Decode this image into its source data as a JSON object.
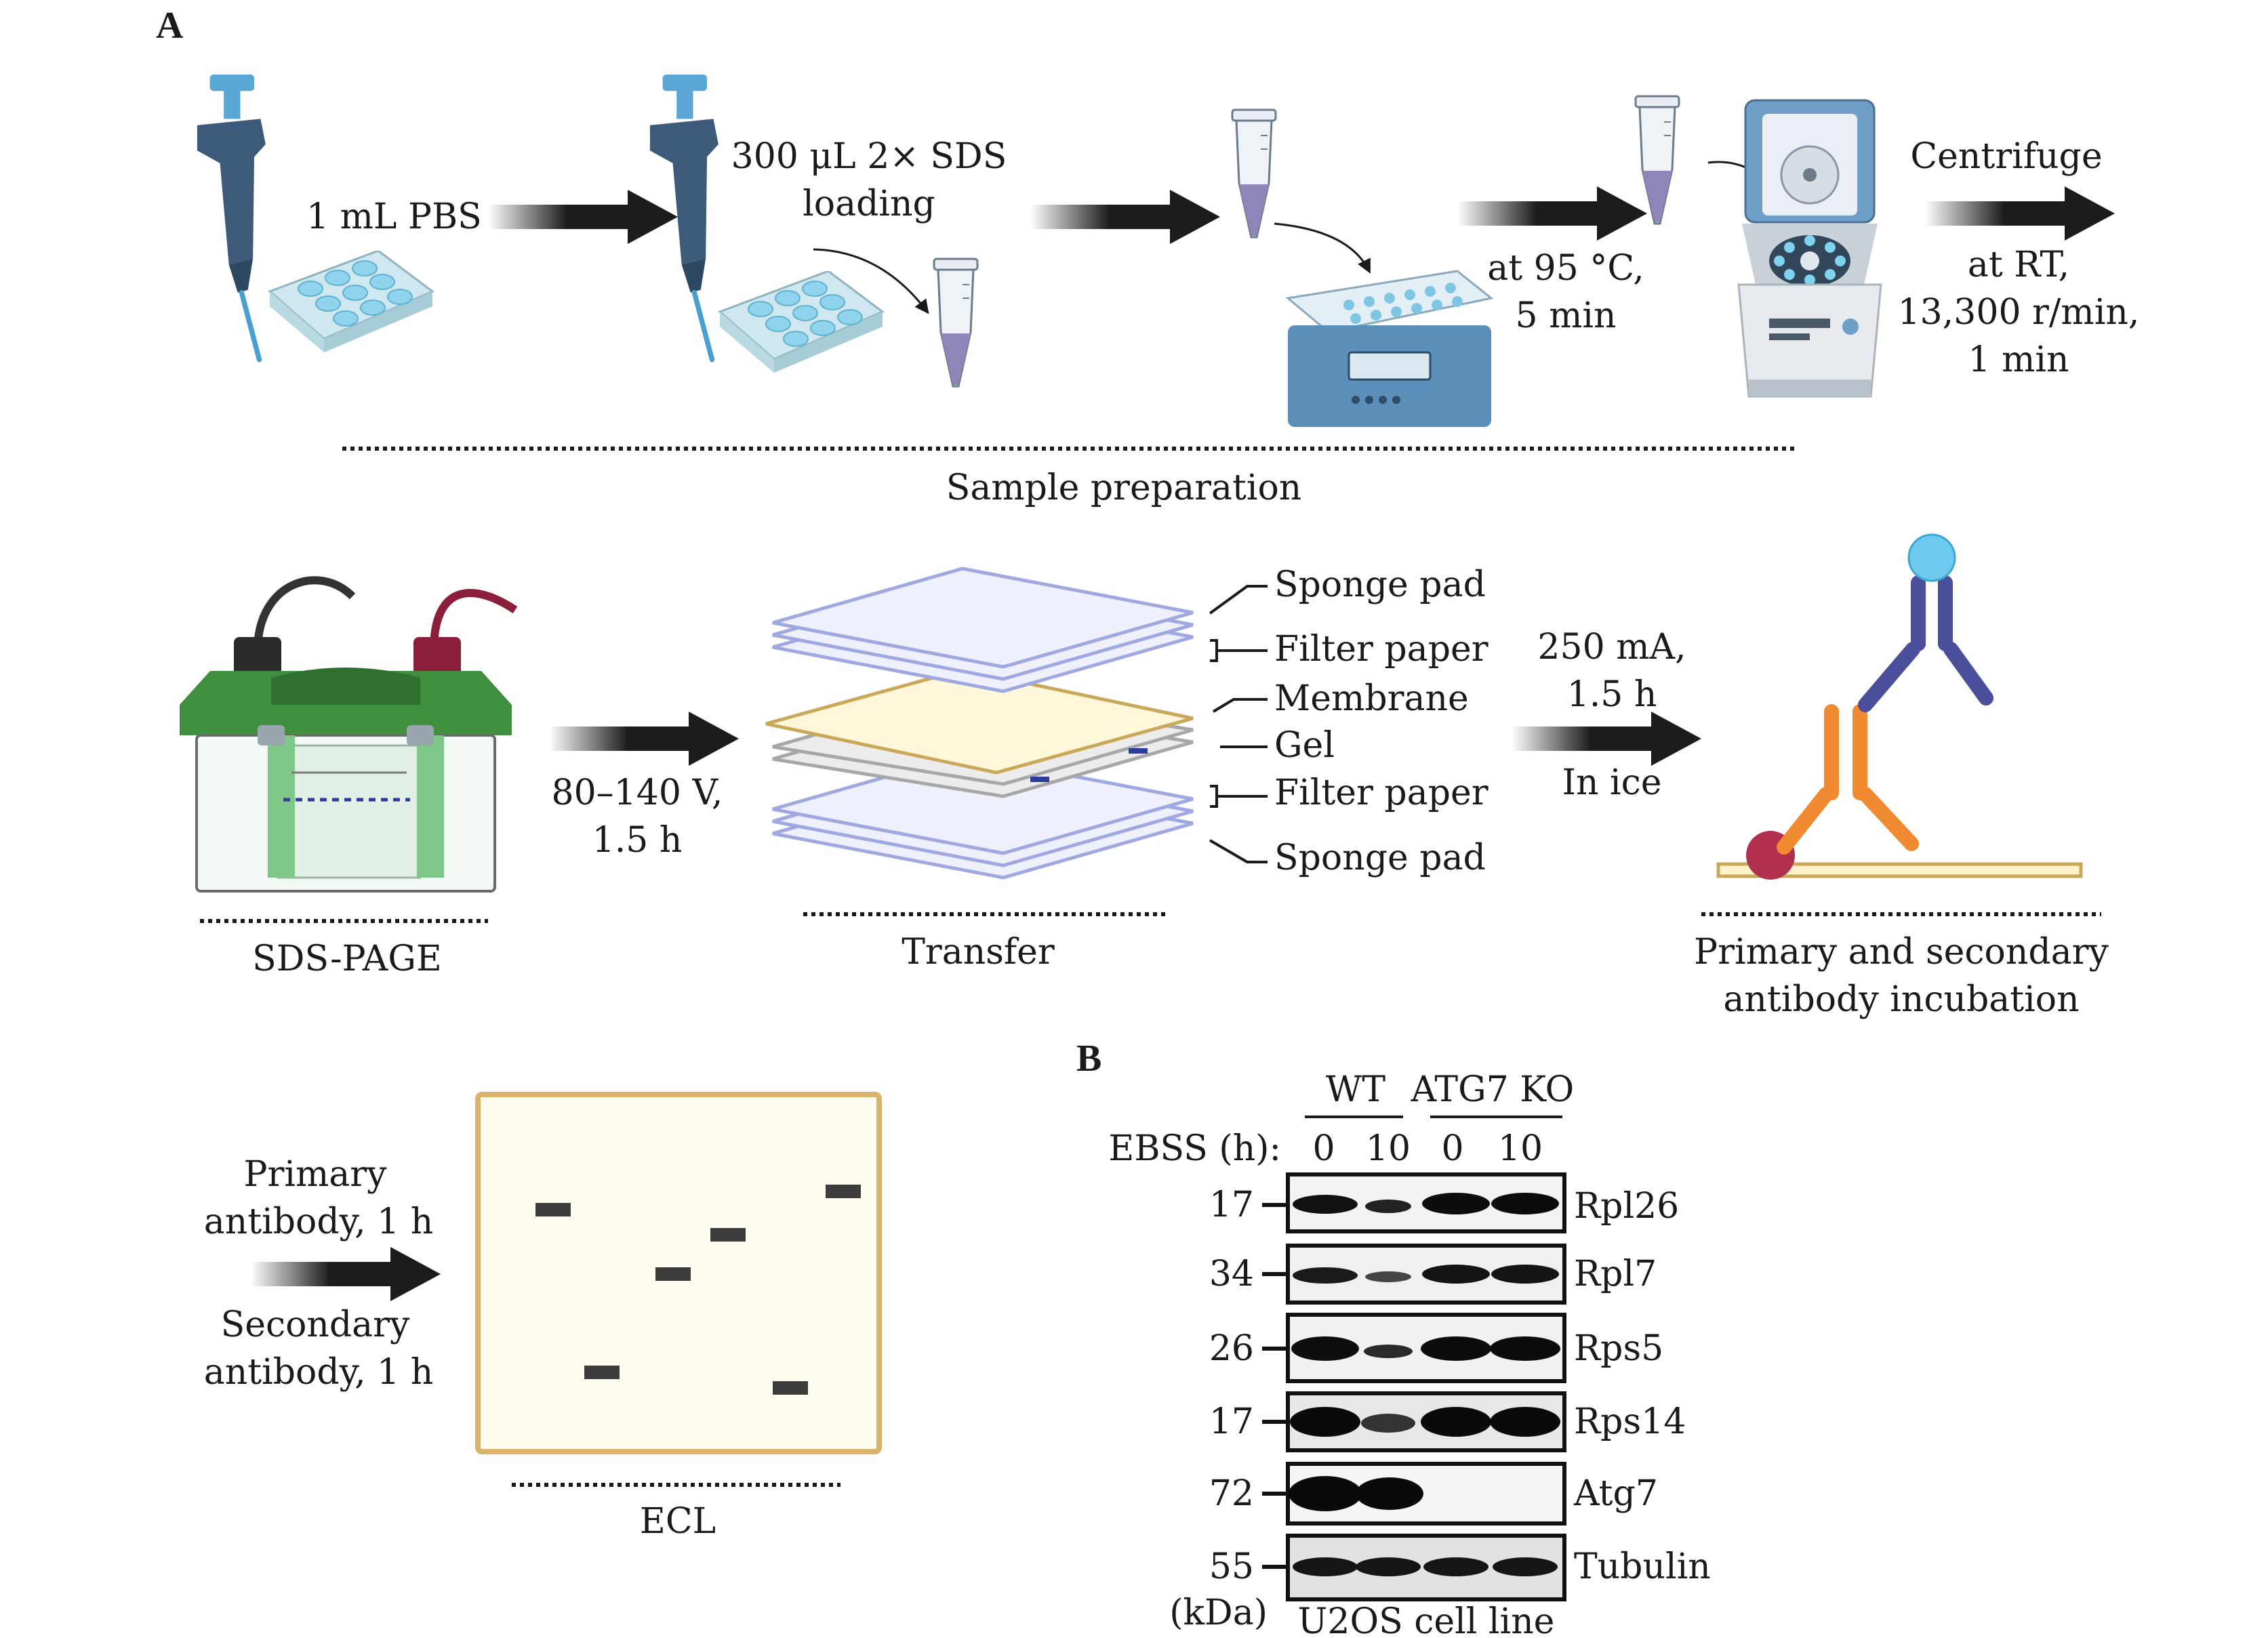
{
  "panels": {
    "a": "A",
    "b": "B"
  },
  "sample_preparation": {
    "step1": "1 mL PBS",
    "step2_line1": "300 μL 2× SDS",
    "step2_line2": "loading",
    "heat_line1": "at 95 °C,",
    "heat_line2": "5 min",
    "centrifuge_title": "Centrifuge",
    "centrifuge_line1": "at RT,",
    "centrifuge_line2": "13,300 r/min,",
    "centrifuge_line3": "1 min",
    "section_label": "Sample preparation"
  },
  "electrophoresis": {
    "voltage_line1": "80–140 V,",
    "voltage_line2": "1.5 h",
    "section_label": "SDS-PAGE"
  },
  "transfer": {
    "layers": [
      "Sponge pad",
      "Filter paper",
      "Membrane",
      "Gel",
      "Filter paper",
      "Sponge pad"
    ],
    "current_line1": "250 mA,",
    "current_line2": "1.5 h",
    "condition": "In ice",
    "section_label": "Transfer"
  },
  "incubation": {
    "section_line1": "Primary and secondary",
    "section_line2": "antibody incubation"
  },
  "ecl": {
    "primary_line1": "Primary",
    "primary_line2": "antibody, 1 h",
    "secondary_line1": "Secondary",
    "secondary_line2": "antibody, 1 h",
    "section_label": "ECL"
  },
  "western_blot": {
    "groups": [
      "WT",
      "ATG7 KO"
    ],
    "treatment_label": "EBSS (h):",
    "timepoints": [
      "0",
      "10",
      "0",
      "10"
    ],
    "rows": [
      {
        "marker": "17",
        "protein": "Rpl26"
      },
      {
        "marker": "34",
        "protein": "Rpl7"
      },
      {
        "marker": "26",
        "protein": "Rps5"
      },
      {
        "marker": "17",
        "protein": "Rps14"
      },
      {
        "marker": "72",
        "protein": "Atg7"
      },
      {
        "marker": "55",
        "protein": "Tubulin"
      }
    ],
    "unit": "(kDa)",
    "cell_line": "U2OS cell line"
  },
  "colors": {
    "pipette": "#3d5a7a",
    "plate": "#a9d6e5",
    "tube_liquid": "#8e86b8",
    "heater": "#5b8fb9",
    "gel_box_lid": "#3f8f3f",
    "gel_box_body": "#9fd4a0",
    "sponge": "#9fa8e0",
    "membrane": "#c9a85a",
    "antibody_primary": "#f08a30",
    "antibody_secondary": "#4b4e9a",
    "hrp": "#6ec9ef",
    "antigen": "#b0304e",
    "ecl_border": "#d9b36b",
    "ecl_bg": "#fffcf0",
    "band": "#3c3c3c"
  }
}
